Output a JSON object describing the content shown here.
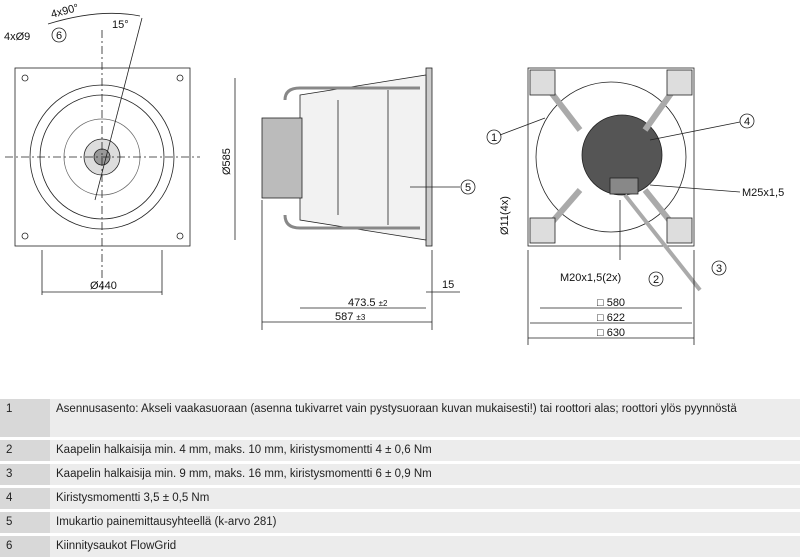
{
  "drawing": {
    "front": {
      "holes": "4xØ9",
      "angle_repeat": "4x90°",
      "angle": "15°",
      "callout_6": "6",
      "diameter": "Ø440"
    },
    "side": {
      "height": "Ø585",
      "callout_5": "5",
      "depth_inner": "473.5",
      "depth_inner_tol": "±2",
      "depth_total": "587",
      "depth_total_tol": "±3",
      "flange": "15"
    },
    "rear": {
      "callout_1": "1",
      "callout_2": "2",
      "callout_3": "3",
      "callout_4": "4",
      "thread_large": "M25x1,5",
      "thread_small": "M20x1,5(2x)",
      "holes": "Ø11(4x)",
      "dim_580": "□ 580",
      "dim_622": "□ 622",
      "dim_630": "□ 630"
    }
  },
  "notes": [
    {
      "num": "1",
      "text": "Asennusasento: Akseli vaakasuoraan (asenna tukivarret vain pystysuoraan kuvan mukaisesti!) tai roottori alas; roottori ylös pyynnöstä"
    },
    {
      "num": "2",
      "text": "Kaapelin halkaisija min. 4 mm, maks. 10 mm, kiristysmomentti 4 ± 0,6 Nm"
    },
    {
      "num": "3",
      "text": "Kaapelin halkaisija min. 9 mm, maks. 16 mm, kiristysmomentti 6 ± 0,9 Nm"
    },
    {
      "num": "4",
      "text": "Kiristysmomentti 3,5 ± 0,5 Nm"
    },
    {
      "num": "5",
      "text": "Imukartio painemittausyhteellä (k-arvo 281)"
    },
    {
      "num": "6",
      "text": "Kiinnitysaukot FlowGrid"
    }
  ]
}
